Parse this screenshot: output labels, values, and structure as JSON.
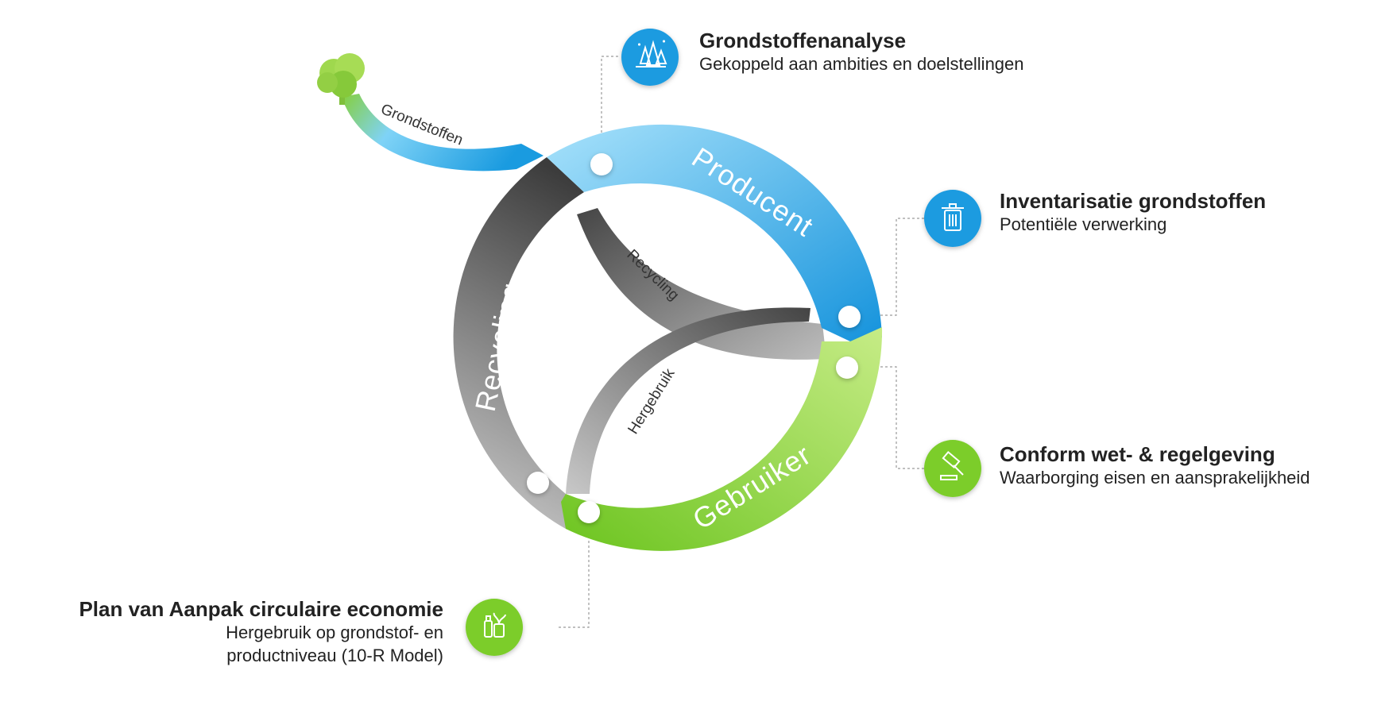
{
  "cycle": {
    "producent_label": "Producent",
    "gebruiker_label": "Gebruiker",
    "recycling_label": "Recycling",
    "grondstoffen_label": "Grondstoffen",
    "inner_recycling_label": "Recycling",
    "inner_hergebruik_label": "Hergebruik"
  },
  "features": [
    {
      "title": "Grondstoffenanalyse",
      "subtitle": "Gekoppeld aan ambities en doelstellingen",
      "icon": "crystals-icon",
      "color": "#1a9be0"
    },
    {
      "title": "Inventarisatie grondstoffen",
      "subtitle": "Potentiële verwerking",
      "icon": "trash-bin-icon",
      "color": "#1a9be0"
    },
    {
      "title": "Conform wet- & regelgeving",
      "subtitle": "Waarborging eisen en aansprakelijkheid",
      "icon": "gavel-icon",
      "color": "#7ccd2c"
    },
    {
      "title": "Plan van Aanpak circulaire economie",
      "subtitle_line1": "Hergebruik op grondstof- en",
      "subtitle_line2": "productniveau (10-R Model)",
      "icon": "bottles-plant-icon",
      "color": "#7ccd2c"
    }
  ],
  "colors": {
    "blue_light": "#8fd6f8",
    "blue_dark": "#1a9be0",
    "green_light": "#bde87a",
    "green_dark": "#7ccd2c",
    "gray_light": "#b8b8b8",
    "gray_dark": "#3f3f3f"
  }
}
